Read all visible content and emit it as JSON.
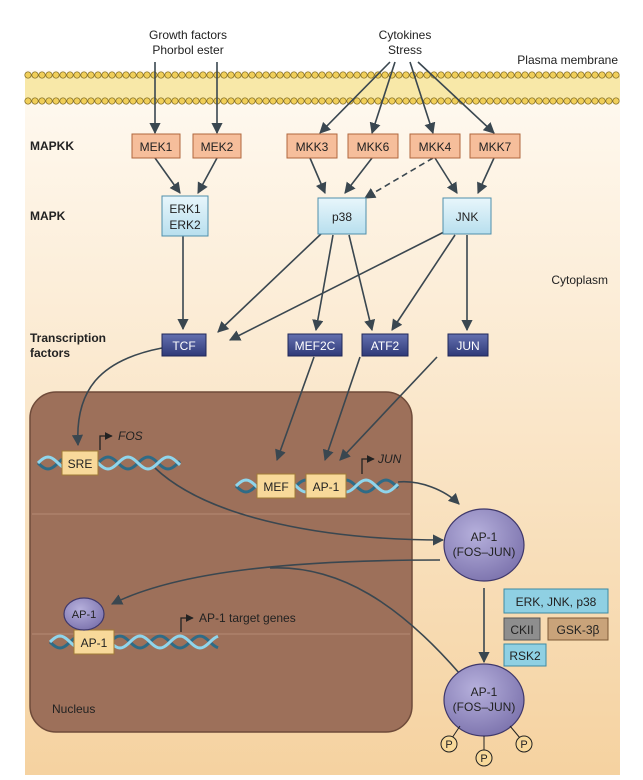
{
  "labels": {
    "growth_factors": "Growth factors",
    "phorbol_ester": "Phorbol ester",
    "cytokines": "Cytokines",
    "stress": "Stress",
    "plasma_membrane": "Plasma membrane",
    "mapkk": "MAPKK",
    "mapk": "MAPK",
    "transcription": "Transcription",
    "factors": "factors",
    "cytoplasm": "Cytoplasm",
    "nucleus": "Nucleus",
    "fos": "FOS",
    "jun": "JUN",
    "ap1_target_genes": "AP-1 target genes"
  },
  "mapkk_boxes": [
    "MEK1",
    "MEK2",
    "MKK3",
    "MKK6",
    "MKK4",
    "MKK7"
  ],
  "mapk_boxes": {
    "erk1": "ERK1",
    "erk2": "ERK2",
    "p38": "p38",
    "jnk": "JNK"
  },
  "tf_boxes": [
    "TCF",
    "MEF2C",
    "ATF2",
    "JUN"
  ],
  "promoter_boxes": {
    "sre": "SRE",
    "mef": "MEF",
    "ap1_a": "AP-1",
    "ap1_b": "AP-1"
  },
  "complex": {
    "ap1": "AP-1",
    "fos_jun": "(FOS–JUN)"
  },
  "kinases": {
    "erk_jnk_p38": "ERK, JNK, p38",
    "ckii": "CKII",
    "gsk3b": "GSK-3β",
    "rsk2": "RSK2"
  },
  "phospho": "P",
  "colors": {
    "cytoplasm_top": "#ffffff",
    "cytoplasm_bottom": "#f6d6a8",
    "nucleus": "#9b6e57",
    "mapkk": "#f6be9b",
    "mapk": "#cbe8f4",
    "tf": "#3f4b8c",
    "promoter": "#f8d99a",
    "ap1": "#8e86bd",
    "kinase_blue": "#7fc9de",
    "kinase_grey": "#8e8e8e",
    "kinase_tan": "#c9a37a",
    "arrow": "#3a4750"
  }
}
